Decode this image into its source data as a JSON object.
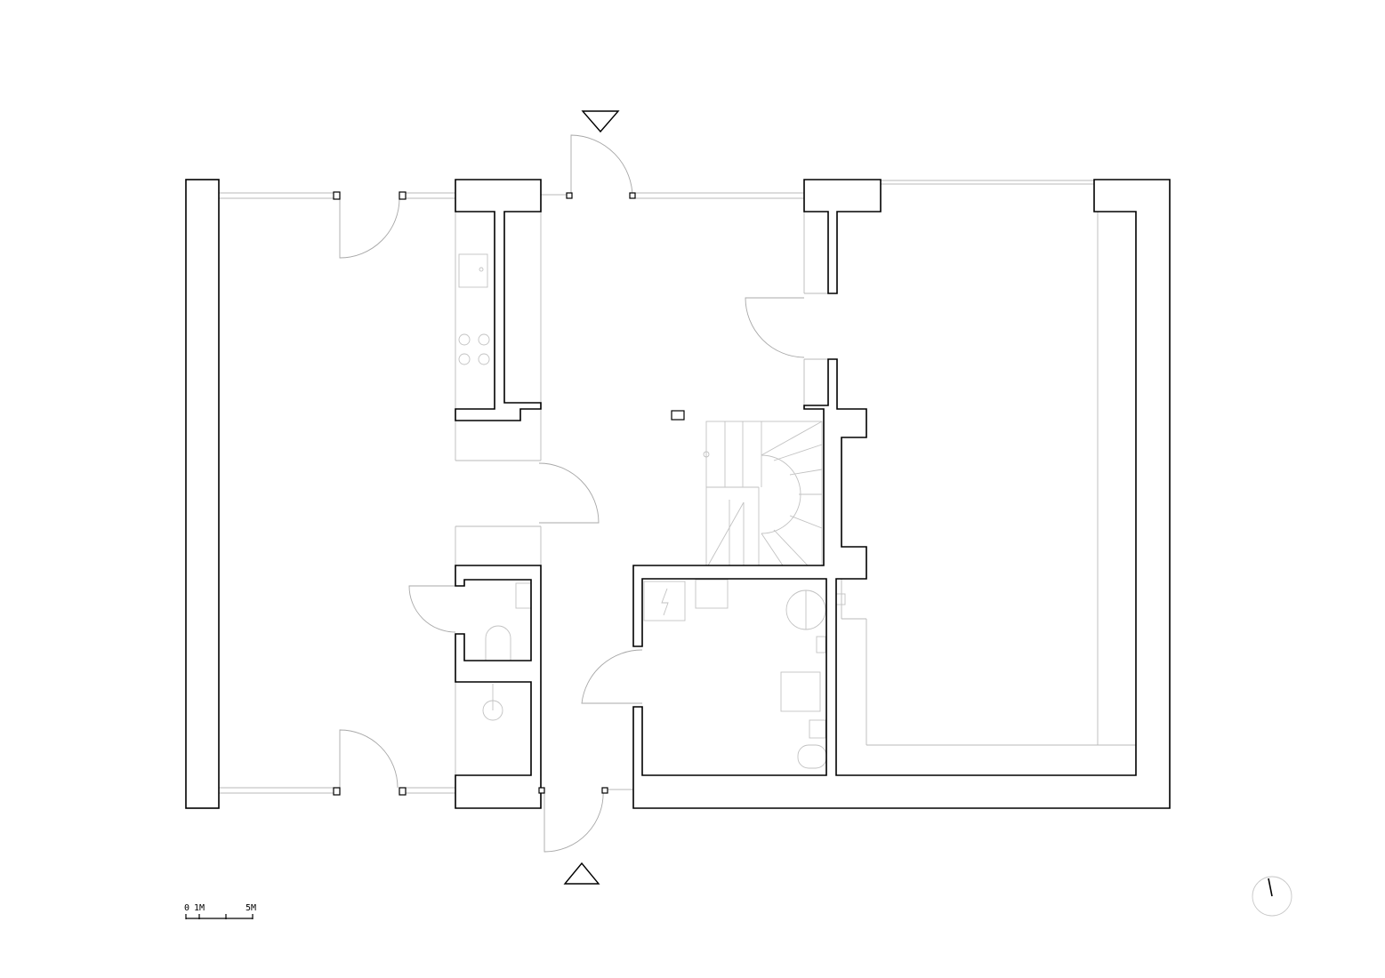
{
  "scale_bar": {
    "labels": [
      "0",
      "1M",
      "5M"
    ]
  },
  "icons": {
    "entrance_marker": "triangle-icon",
    "north_arrow": "north-arrow-icon",
    "electrical_panel": "lightning-icon"
  }
}
